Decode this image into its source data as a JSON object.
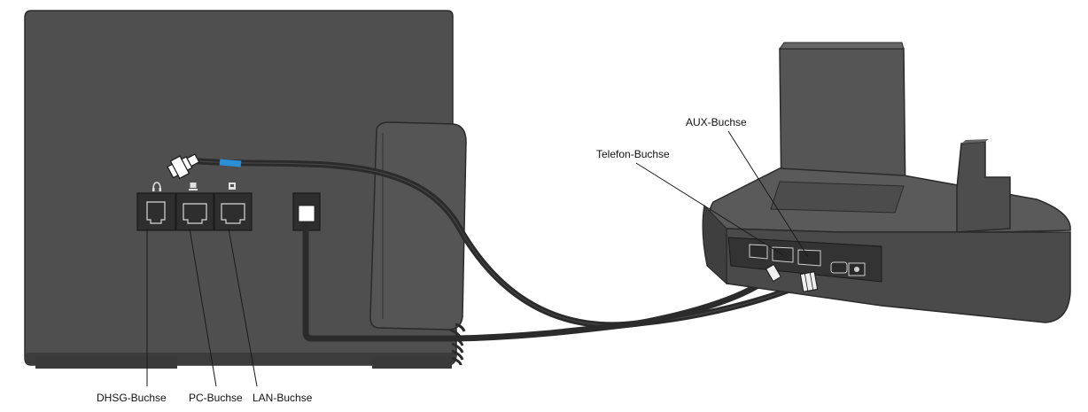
{
  "labels": {
    "dhsg": "DHSG-Buchse",
    "pc": "PC-Buchse",
    "lan": "LAN-Buchse",
    "telefon": "Telefon-Buchse",
    "aux": "AUX-Buchse"
  },
  "colors": {
    "device_body": "#4f4f4f",
    "device_shadow": "#3c3c3c",
    "dock_top": "#5a5a5a",
    "dock_front": "#4a4a4a",
    "cable": "#2b2b2b",
    "cable_marker": "#2a8fd6",
    "port_bg": "#2e2e2e",
    "plug": "#e9e9e9",
    "leader": "#1a1a1a"
  }
}
